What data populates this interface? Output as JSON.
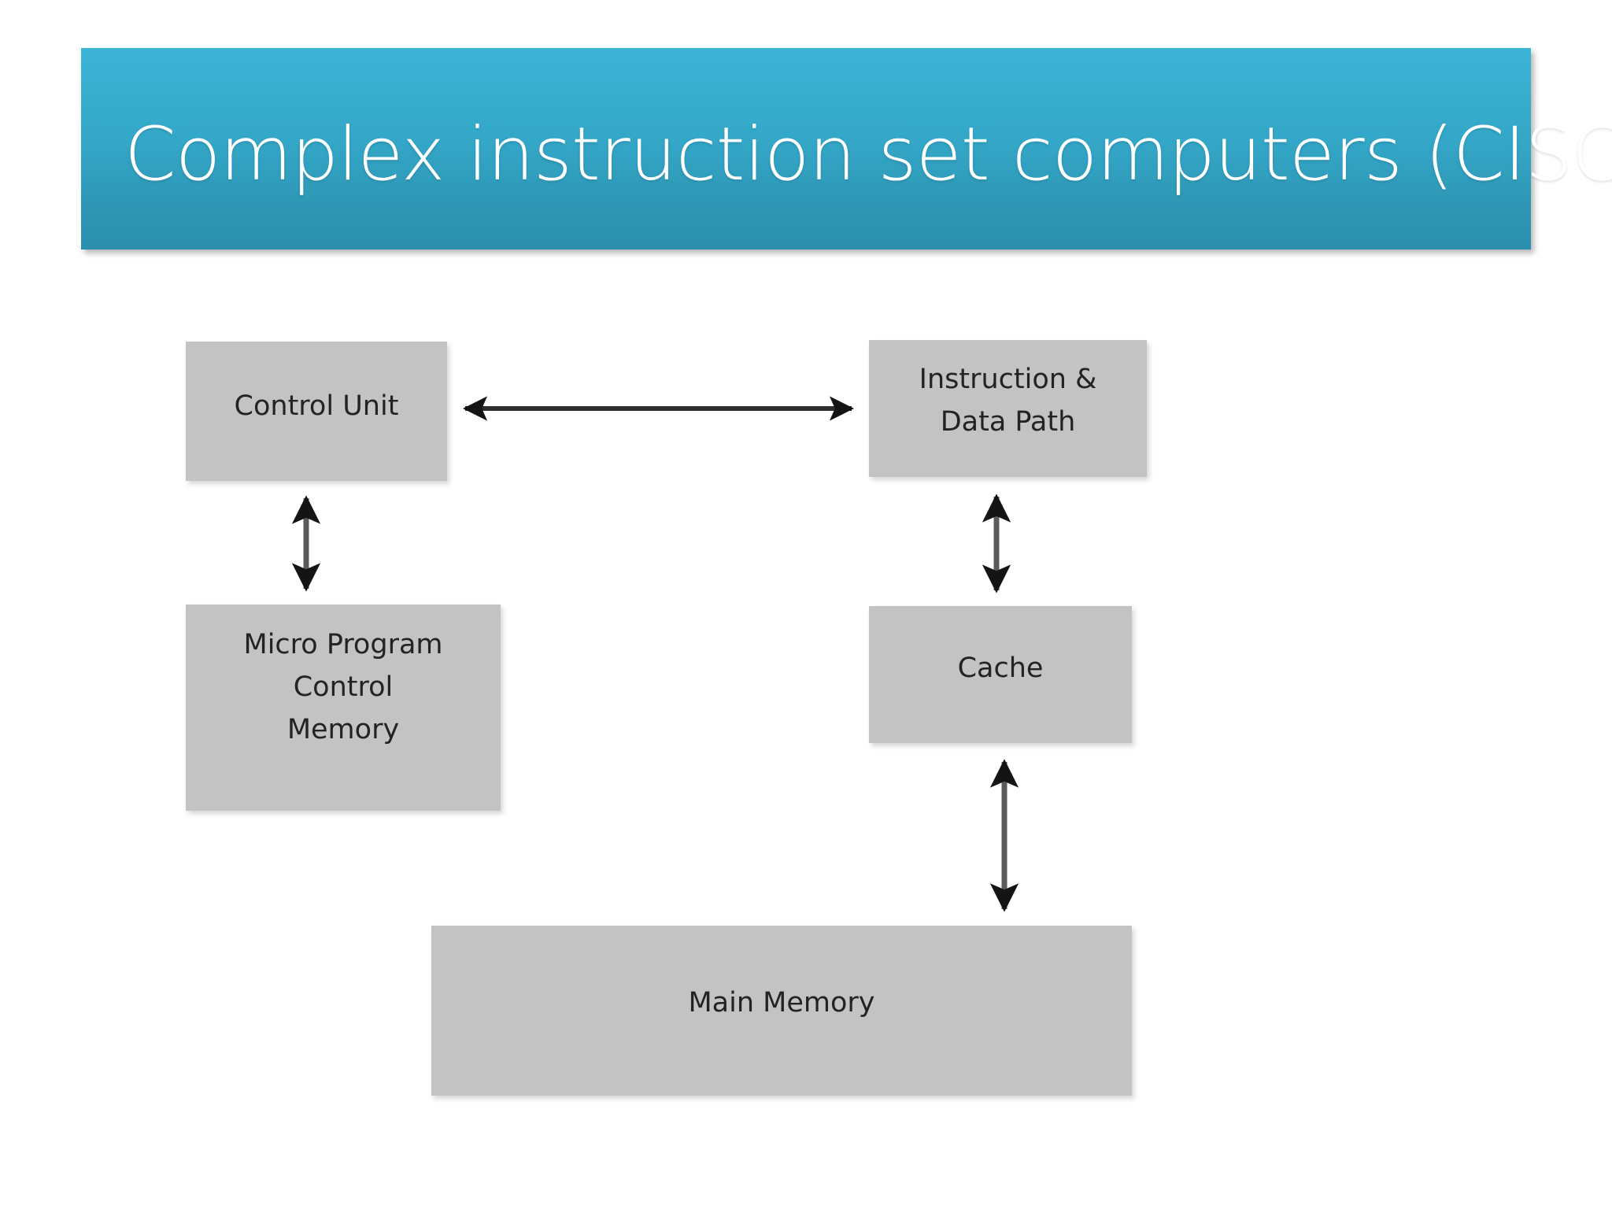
{
  "slide": {
    "title": "Complex instruction set computers (CISC)",
    "title_banner_color_top": "#3cb4d6",
    "title_banner_color_bottom": "#2b8ead",
    "background_color": "#ffffff"
  },
  "diagram": {
    "type": "block-diagram",
    "node_fill_color": "#c3c3c3",
    "node_text_color": "#232323",
    "connector_color": "#1a1a1a",
    "nodes": [
      {
        "id": "control-unit",
        "label": "Control Unit"
      },
      {
        "id": "instruction-data",
        "label": "Instruction &\nData Path"
      },
      {
        "id": "micro-program",
        "label": "Micro Program\nControl\nMemory"
      },
      {
        "id": "cache",
        "label": "Cache"
      },
      {
        "id": "main-memory",
        "label": "Main Memory"
      }
    ],
    "connectors": [
      {
        "id": "cu-idp",
        "from": "control-unit",
        "to": "instruction-data",
        "direction": "bidirectional",
        "orientation": "horizontal"
      },
      {
        "id": "cu-mpcm",
        "from": "control-unit",
        "to": "micro-program",
        "direction": "bidirectional",
        "orientation": "vertical"
      },
      {
        "id": "idp-cache",
        "from": "instruction-data",
        "to": "cache",
        "direction": "bidirectional",
        "orientation": "vertical"
      },
      {
        "id": "cache-mm",
        "from": "cache",
        "to": "main-memory",
        "direction": "bidirectional",
        "orientation": "vertical"
      }
    ]
  }
}
